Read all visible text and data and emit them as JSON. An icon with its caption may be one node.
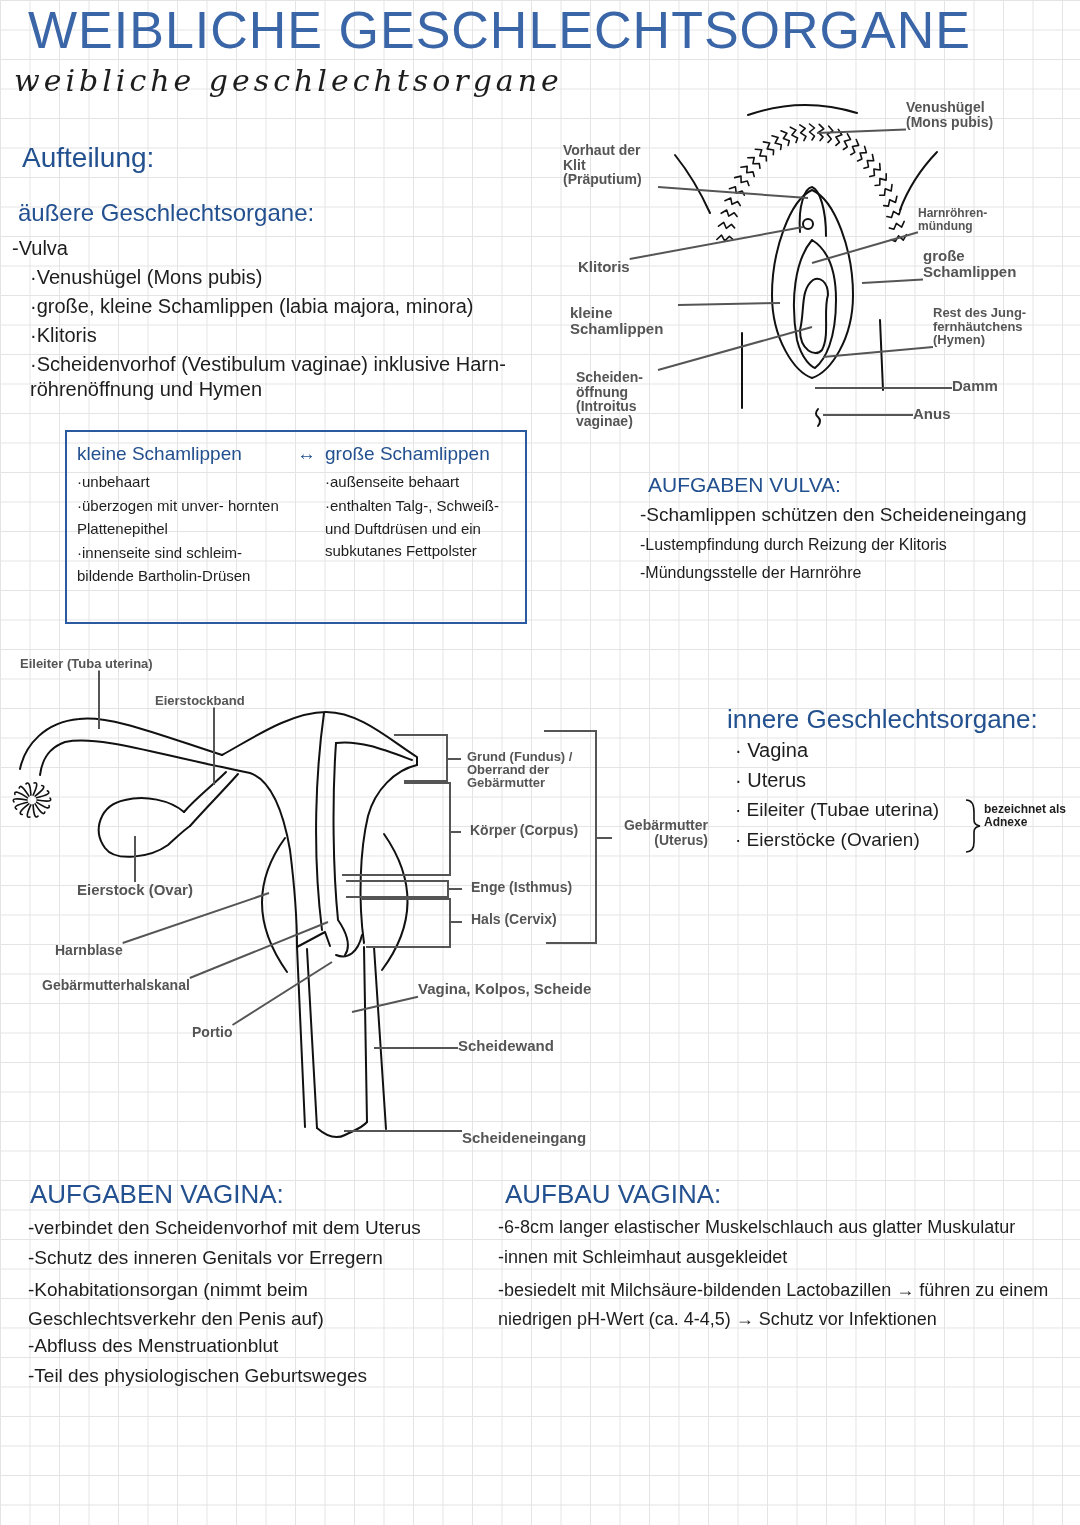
{
  "diagram": {
    "title": "WEIBLICHE GESCHLECHTSORGANE",
    "nodes": [
      {
        "text": [
          "kleine Schamlippen",
          "↔",
          "große Schamlippen",
          "·unbehaart",
          "·überzogen mit unver- hornten Plattenepithel",
          "·innenseite sind schleim- bildende Bartholin-Drüsen",
          "·außenseite behaart",
          "·enthalten Talg-, Schweiß- und Duftdrüsen und ein subkutanes Fettpolster"
        ]
      },
      {
        "text": [
          "Venushügel (Mons pubis)"
        ]
      },
      {
        "text": [
          "Vorhaut der Klit (Präputium)"
        ]
      },
      {
        "text": [
          "Harnröhren- mündung"
        ]
      },
      {
        "text": [
          "Klitoris"
        ]
      },
      {
        "text": [
          "große Schamlippen"
        ]
      },
      {
        "text": [
          "kleine Schamlippen"
        ]
      },
      {
        "text": [
          "Rest des Jung- fernhäutchens (Hymen)"
        ]
      },
      {
        "text": [
          "Scheiden- öffnung (Introitus vaginae)"
        ]
      },
      {
        "text": [
          "Damm"
        ]
      },
      {
        "text": [
          "Anus"
        ]
      },
      {
        "text": [
          "Eileiter (Tuba uterina)"
        ]
      },
      {
        "text": [
          "Eierstockband"
        ]
      },
      {
        "text": [
          "Eierstock (Ovar)"
        ]
      },
      {
        "text": [
          "Harnblase"
        ]
      },
      {
        "text": [
          "Gebärmutterhalskanal"
        ]
      },
      {
        "text": [
          "Vagina, Kolpos, Scheide"
        ]
      },
      {
        "text": [
          "Portio"
        ]
      },
      {
        "text": [
          "Scheidewand"
        ]
      },
      {
        "text": [
          "Scheideneingang"
        ]
      }
    ],
    "edges": [
      {
        "from": 1,
        "to": null,
        "arrow": "none"
      },
      {
        "from": 2,
        "to": null,
        "arrow": "none"
      },
      {
        "from": 3,
        "to": null,
        "arrow": "none"
      },
      {
        "from": 4,
        "to": null,
        "arrow": "none"
      },
      {
        "from": 5,
        "to": null,
        "arrow": "none"
      },
      {
        "from": 6,
        "to": null,
        "arrow": "none"
      },
      {
        "from": 7,
        "to": null,
        "arrow": "none"
      },
      {
        "from": 8,
        "to": null,
        "arrow": "none"
      },
      {
        "from": 9,
        "to": null,
        "arrow": "none"
      },
      {
        "from": 10,
        "to": null,
        "arrow": "none"
      },
      {
        "from": 11,
        "to": null,
        "arrow": "none"
      },
      {
        "from": 12,
        "to": null,
        "arrow": "none"
      },
      {
        "from": 13,
        "to": null,
        "arrow": "none"
      },
      {
        "from": 14,
        "to": null,
        "arrow": "none"
      },
      {
        "from": 15,
        "to": null,
        "arrow": "none"
      },
      {
        "from": 16,
        "to": null,
        "arrow": "none"
      },
      {
        "from": 17,
        "to": null,
        "arrow": "none"
      },
      {
        "from": 18,
        "to": null,
        "arrow": "none"
      },
      {
        "from": 19,
        "to": null,
        "arrow": "none"
      }
    ],
    "labels": [
      "weibliche geschlechtsorgane",
      "Aufteilung:",
      "äußere Geschlechtsorgane:",
      "-Vulva",
      "·Venushügel (Mons pubis)",
      "·große, kleine Schamlippen (labia majora, minora)",
      "·Klitoris",
      "·Scheidenvorhof (Vestibulum vaginae) inklusive Harn- röhrenöffnung und Hymen",
      "AUFGABEN VULVA:",
      "-Schamlippen schützen den Scheideneingang",
      "-Lustempfindung durch Reizung der Klitoris",
      "-Mündungsstelle der Harnröhre",
      "innere Geschlechtsorgane:",
      "· Vagina",
      "· Uterus",
      "· Eileiter (Tubae uterina)",
      "· Eierstöcke (Ovarien)",
      "bezeichnet als Adnexe",
      "Grund (Fundus) / Oberrand der Gebärmutter",
      "Körper (Corpus)",
      "Enge (Isthmus)",
      "Hals (Cervix)",
      "Gebärmutter (Uterus)",
      "AUFGABEN VAGINA:",
      "-verbindet den Scheidenvorhof mit dem Uterus",
      "-Schutz des inneren Genitals vor Erregern",
      "-Kohabitationsorgan (nimmt beim Geschlechtsverkehr den Penis auf)",
      "-Abfluss des Menstruationblut",
      "-Teil des physiologischen Geburtsweges",
      "AUFBAU VAGINA:",
      "-6-8cm langer elastischer Muskelschlauch aus glatter Muskulatur",
      "-innen mit Schleimhaut ausgekleidet",
      "-besiedelt mit Milchsäure-bildenden Lactobazillen → führen zu einem niedrigen pH-Wert (ca. 4-4,5) → Schutz vor Infektionen"
    ]
  }
}
